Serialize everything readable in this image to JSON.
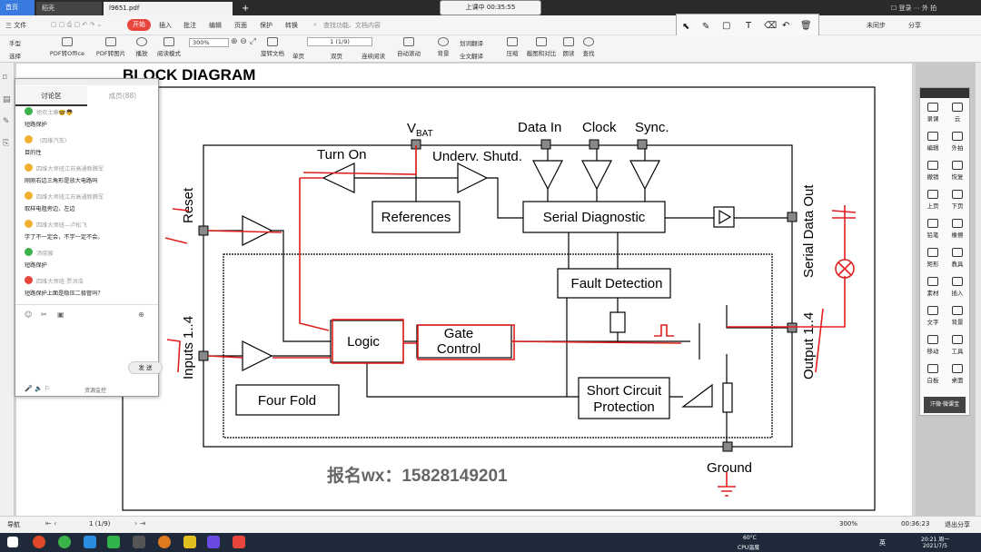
{
  "tabs": {
    "home": "首页",
    "t1": "稻壳",
    "t2": "l9651.pdf",
    "plus": "+"
  },
  "window": {
    "rec": "上课中 00:35:55",
    "right": "☐ 登录 ⋯  外 拍"
  },
  "menu": {
    "file": "三 文件",
    "start": "开始",
    "insert": "插入",
    "annot": "批注",
    "edit": "编辑",
    "page": "页面",
    "protect": "保护",
    "convert": "转换",
    "search": "查找功能、文档内容",
    "cloud": "未同步",
    "share": "分享"
  },
  "toolbar": {
    "hand": "手型",
    "select": "选择",
    "to_office": "PDF转Office",
    "to_img": "PDF转图片",
    "play": "播放",
    "read": "阅读模式",
    "zoom": "300%",
    "pagebox": "1 (1/9)",
    "rotate": "旋转文档",
    "single": "单页",
    "double": "双页",
    "cont": "连续阅读",
    "auto": "自动滚动",
    "bg": "背景",
    "translate": "划词翻译",
    "fulltrans": "全文翻译",
    "compress": "压缩",
    "compare": "截图和对比",
    "tts": "朗读",
    "find": "查找"
  },
  "chat": {
    "tab1": "讨论区",
    "tab2": "成员(88)",
    "send": "发 送",
    "footer": "资源监控",
    "messages": [
      {
        "n": "徐欢士章🤓👦",
        "m": "短路保护"
      },
      {
        "n": "（四维汽车）",
        "m": "目的性"
      },
      {
        "n": "四维大师班江苏高通新腾军",
        "m": "刚刚右边三角形是放大电路吗"
      },
      {
        "n": "四维大师班江苏高通新腾军",
        "m": "取样电阻旁边，左边"
      },
      {
        "n": "四维大师班—卢松飞",
        "m": "学了不一定会，不学一定不会。"
      },
      {
        "n": "汤晓骏",
        "m": "短路保护"
      },
      {
        "n": "四维大师班-贾洪浩",
        "m": "短路保护上面是稳压二极管吗？"
      }
    ]
  },
  "diagram": {
    "title": "BLOCK DIAGRAM",
    "vbat": "V",
    "vbat_sub": "BAT",
    "data_in": "Data In",
    "clock": "Clock",
    "sync": "Sync.",
    "turn_on": "Turn On",
    "underv": "Underv. Shutd.",
    "references": "References",
    "serial_diag": "Serial Diagnostic",
    "reset": "Reset",
    "inputs": "Inputs 1..4",
    "serial_out": "Serial Data Out",
    "output": "Output 1..4",
    "fault": "Fault Detection",
    "logic": "Logic",
    "gate1": "Gate",
    "gate2": "Control",
    "short1": "Short Circuit",
    "short2": "Protection",
    "four_fold": "Four Fold",
    "ground": "Ground",
    "watermark": "报名wx：15828149201"
  },
  "sidebar": {
    "items": [
      "录课",
      "云",
      "编辑",
      "外拍",
      "撤销",
      "恢复",
      "上页",
      "下页",
      "铅笔",
      "橡擦",
      "矩形",
      "教具",
      "素材",
      "插入",
      "文字",
      "背景",
      "移动",
      "工具",
      "白板",
      "桌面"
    ],
    "brand": "汗微·微课宝"
  },
  "status": {
    "nav": "导航",
    "page": "1 (1/9)",
    "zoom": "300%",
    "timer": "00:36:23",
    "exit": "退出分享"
  },
  "taskbar": {
    "temp": "60°C",
    "cpu": "CPU温度",
    "lang": "英",
    "time": "20:21 周一",
    "date": "2021/7/5"
  },
  "colors": {
    "accent": "#e8453c",
    "ink": "#e02020",
    "blue": "#3a7be0"
  }
}
